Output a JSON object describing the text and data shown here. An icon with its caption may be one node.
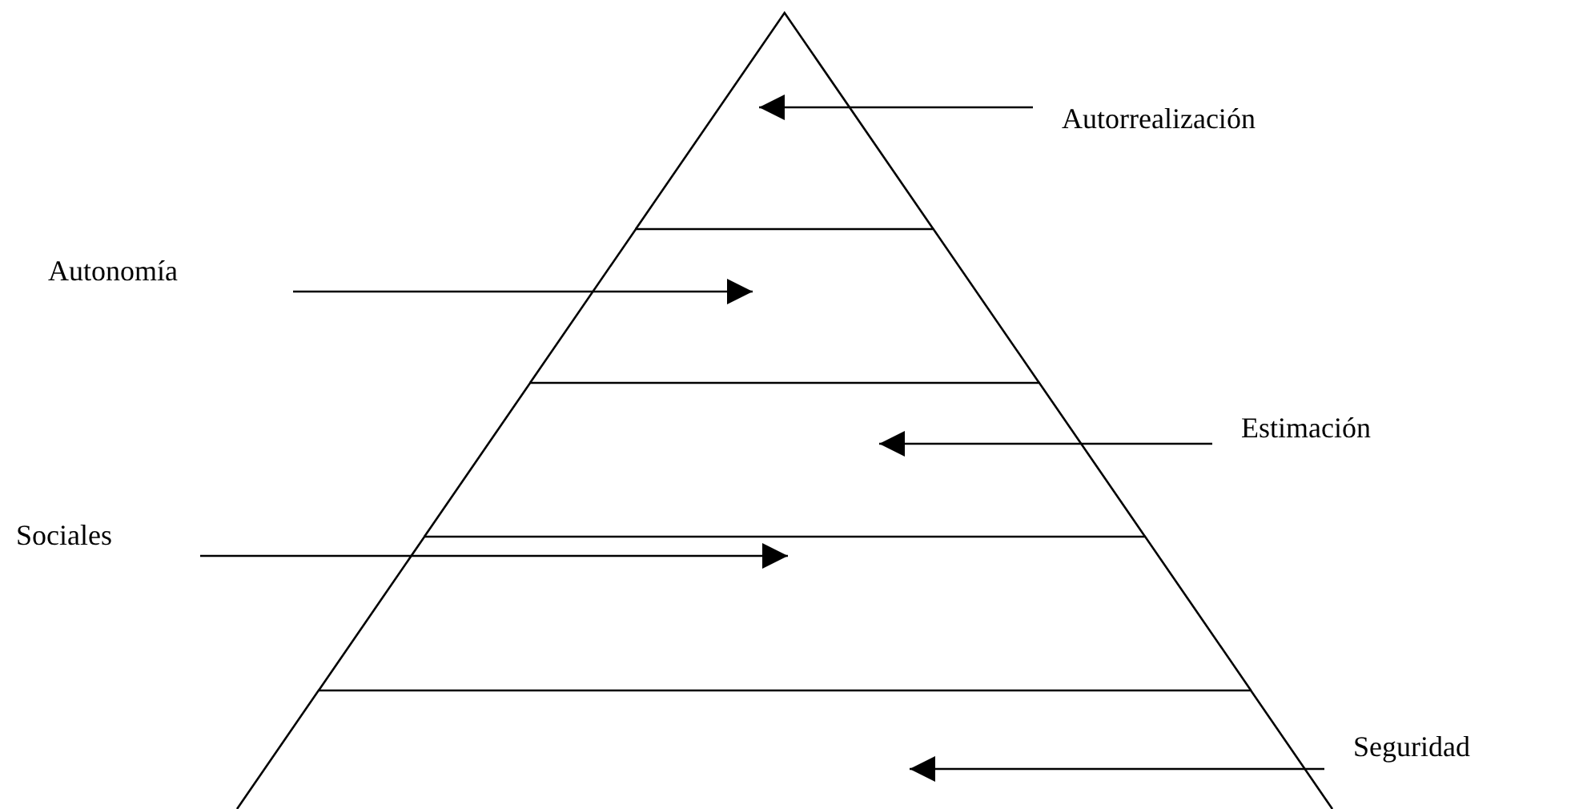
{
  "diagram": {
    "nodes": [
      {
        "text": [
          "Autorrealización"
        ]
      },
      {
        "text": [
          "Autonomía"
        ]
      },
      {
        "text": [
          "Estimación"
        ]
      },
      {
        "text": [
          "Sociales"
        ]
      },
      {
        "text": [
          "Seguridad"
        ]
      },
      {
        "text": [],
        "shape": "triangle"
      },
      {
        "text": [],
        "shape": "trapezoid"
      },
      {
        "text": [],
        "shape": "trapezoid"
      },
      {
        "text": [],
        "shape": "trapezoid"
      },
      {
        "text": [],
        "shape": "trapezoid"
      }
    ],
    "edges": [
      {
        "from": 0,
        "to": 5,
        "arrow": "to"
      },
      {
        "from": 1,
        "to": 6,
        "arrow": "to"
      },
      {
        "from": 2,
        "to": 7,
        "arrow": "to"
      },
      {
        "from": 3,
        "to": 8,
        "arrow": "to"
      },
      {
        "from": 4,
        "to": 9,
        "arrow": "to"
      }
    ]
  }
}
